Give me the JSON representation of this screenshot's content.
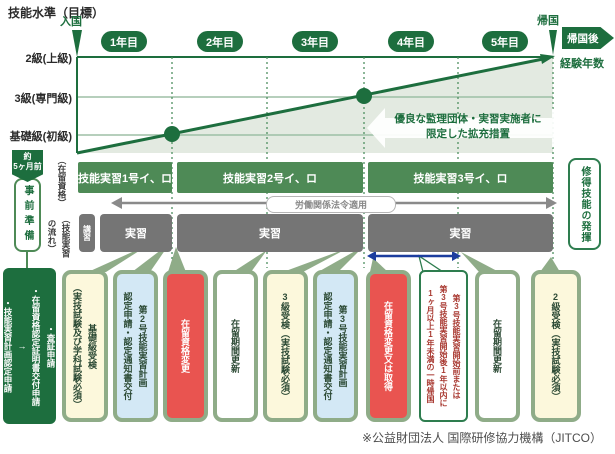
{
  "colors": {
    "dark_green": "#1d6e3e",
    "bar_green": "#4e8a56",
    "grid_green": "#9dbfa6",
    "area_green": "#e3eae1",
    "sage": "#8fac88",
    "cream": "#fcf8dc",
    "lblue": "#d3e8f5",
    "red": "#e95450",
    "gray_bar": "#757575",
    "blue_arrow": "#1c3d9e",
    "dark_red_text": "#a93a32"
  },
  "chart_data": {
    "type": "line",
    "title": "技能水準（目標）",
    "entry_label": "入国",
    "return_label": "帰国",
    "after_return_label": "帰国後",
    "x_axis_label": "経験年数",
    "years": [
      "1年目",
      "2年目",
      "3年目",
      "4年目",
      "5年目"
    ],
    "levels": [
      "2級(上級)",
      "3級(専門級)",
      "基礎級(初級)"
    ],
    "milestones": [
      {
        "at_end_of": "1年目",
        "level": "基礎級(初級)"
      },
      {
        "at_end_of": "3年目",
        "level": "3級(専門級)"
      },
      {
        "at_end_of": "5年目",
        "level": "2級(上級)"
      }
    ],
    "annotation": {
      "line1": "優良な監理団体・実習実施者に",
      "line2": "限定した拡充措置"
    }
  },
  "rows": {
    "residence_label": "（在留資格）",
    "residence_bars": [
      "技能実習1号イ、ロ",
      "技能実習2号イ、ロ",
      "技能実習3号イ、ロ"
    ],
    "labor_law_label": "労働関係法令適用",
    "flow_label": [
      "（技能実習",
      "の流れ）"
    ],
    "flow_boxes": [
      "講習",
      "実習",
      "実習",
      "実習"
    ]
  },
  "left_column": {
    "banner_line1": "約",
    "banner_line2": "5ヶ月前",
    "preparation": "事前準備",
    "applications": [
      "・査証申請",
      "・在留資格認定証明書交付申請",
      "・技能実習計画認定申請"
    ],
    "arrow": "→"
  },
  "right_column": {
    "outcome": "修得技能の発揮"
  },
  "callouts": [
    {
      "style": "cream",
      "lines": [
        "基礎級受検",
        "（実技試験及び学科試験必須）"
      ]
    },
    {
      "style": "blue",
      "lines": [
        "第2号技能実習計画",
        "認定申請・認定通知書交付"
      ]
    },
    {
      "style": "red",
      "lines": [
        "在留資格変更"
      ]
    },
    {
      "style": "white",
      "lines": [
        "在留期間更新"
      ]
    },
    {
      "style": "cream",
      "lines": [
        "3級受検（実技試験必須）"
      ]
    },
    {
      "style": "blue",
      "lines": [
        "第3号技能実習計画",
        "認定申請・認定通知書交付"
      ]
    },
    {
      "style": "red",
      "lines": [
        "在留資格変更又は取得"
      ]
    },
    {
      "style": "white-outline",
      "lines": [
        "第3号技能実習開始前または",
        "第3号技能実習開始後1年以内に",
        "1ヶ月以上1年未満の一時帰国"
      ]
    },
    {
      "style": "white",
      "lines": [
        "在留期間更新"
      ]
    },
    {
      "style": "cream",
      "lines": [
        "2級受検（実技試験必須）"
      ]
    }
  ],
  "footer": {
    "credit": "※公益財団法人 国際研修協力機構（JITCO）"
  }
}
